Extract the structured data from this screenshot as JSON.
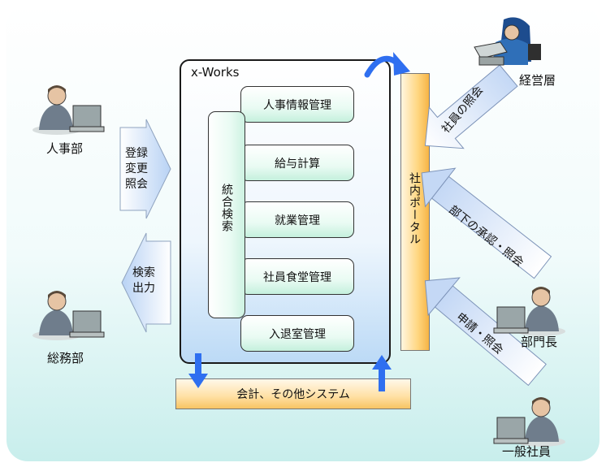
{
  "system": {
    "title": "x-Works"
  },
  "modules": [
    "人事情報管理",
    "給与計算",
    "就業管理",
    "社員食堂管理",
    "入退室管理"
  ],
  "search": {
    "label": "統合検索"
  },
  "portal": {
    "label": "社内ポータル"
  },
  "bottom": {
    "label": "会計、その他システム"
  },
  "actors": {
    "hr": "人事部",
    "general_affairs": "総務部",
    "management": "経営層",
    "dept_head": "部門長",
    "employee": "一般社員"
  },
  "flows": {
    "hr_in": [
      "登録",
      "変更",
      "照会"
    ],
    "ga_out": [
      "検索",
      "出力"
    ],
    "management": "社員の照会",
    "dept_head": "部下の承認・照会",
    "employee": "申請・照会"
  },
  "colors": {
    "flow_arrow": "#2f6ff0",
    "portal": "#f6b445",
    "module": "#c5f0dd",
    "system_box": "#bcdaf6"
  },
  "icons": [
    "person-at-laptop-icon",
    "executive-at-desk-icon"
  ]
}
